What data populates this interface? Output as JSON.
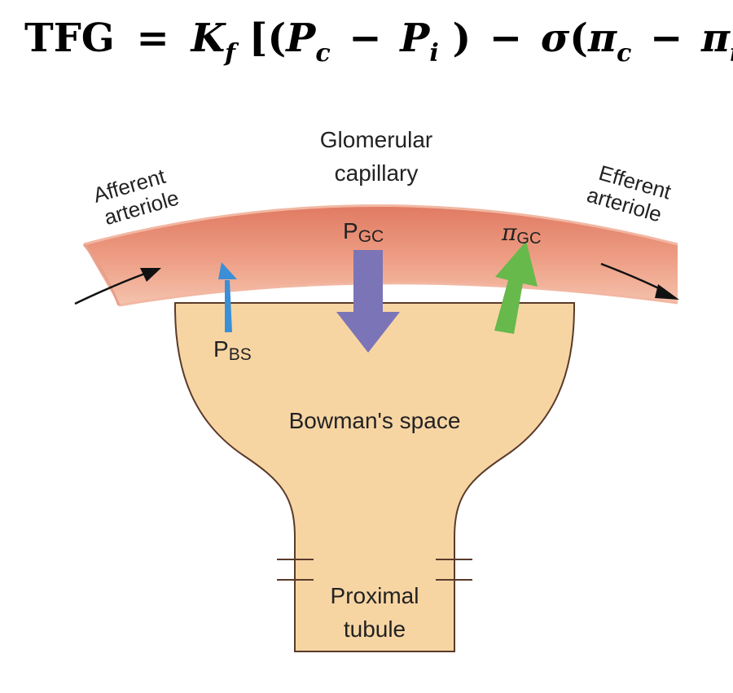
{
  "equation": {
    "lhs": "TFG",
    "eq": "=",
    "K": "K",
    "K_sub": "f",
    "open_outer": "[(",
    "Pc": "P",
    "Pc_sub": "c",
    "minus1": "−",
    "Pi": "P",
    "Pi_sub": "i",
    "close1": ")",
    "minus2": "−",
    "sigma": "σ",
    "open2": "(",
    "pic": "π",
    "pic_sub": "c",
    "minus3": "−",
    "pii": "π",
    "pii_sub": "i",
    "close_outer": ")]"
  },
  "labels": {
    "glomerular_line1": "Glomerular",
    "glomerular_line2": "capillary",
    "afferent_line1": "Afferent",
    "afferent_line2": "arteriole",
    "efferent_line1": "Efferent",
    "efferent_line2": "arteriole",
    "pgc_main": "P",
    "pgc_sub": "GC",
    "pigc_main": "π",
    "pigc_sub": "GC",
    "pbs_main": "P",
    "pbs_sub": "BS",
    "bowman": "Bowman's space",
    "proximal_line1": "Proximal",
    "proximal_line2": "tubule"
  },
  "colors": {
    "capillary_dark": "#e07a62",
    "capillary_light": "#f5c3ad",
    "bowman_fill": "#f7d5a3",
    "outline": "#5a3a2a",
    "pgc_arrow": "#7b74b6",
    "pigc_arrow": "#66b94a",
    "pbs_arrow": "#3b8fd6",
    "flow_arrow": "#111111"
  }
}
